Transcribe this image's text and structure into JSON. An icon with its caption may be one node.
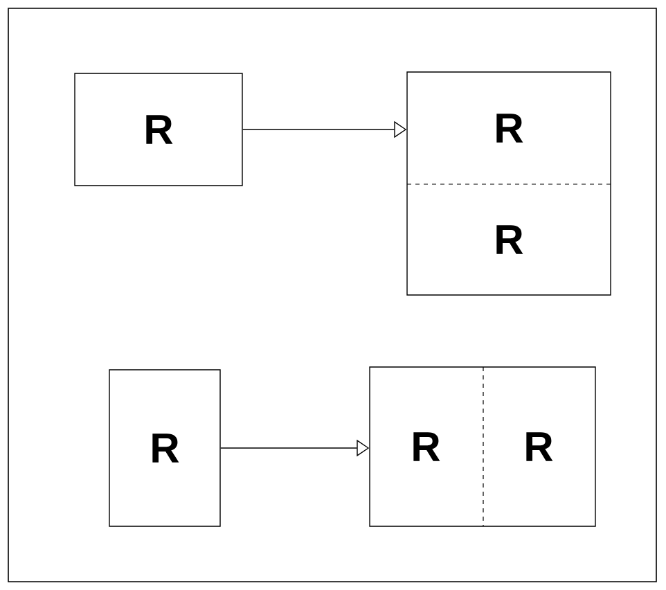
{
  "diagram": {
    "nodes": [
      {
        "text": [
          "R"
        ]
      },
      {
        "text": [],
        "shape": "box"
      },
      {
        "text": [
          "R"
        ],
        "in": 1
      },
      {
        "text": [
          "R"
        ],
        "in": 1
      },
      {
        "text": [
          "R"
        ]
      },
      {
        "text": [],
        "shape": "box"
      },
      {
        "text": [
          "R"
        ],
        "in": 5
      },
      {
        "text": [
          "R"
        ],
        "in": 5
      }
    ],
    "edges": [
      {
        "from": 0,
        "to": 1,
        "arrow": "to"
      },
      {
        "from": 4,
        "to": 5,
        "arrow": "to"
      }
    ]
  }
}
